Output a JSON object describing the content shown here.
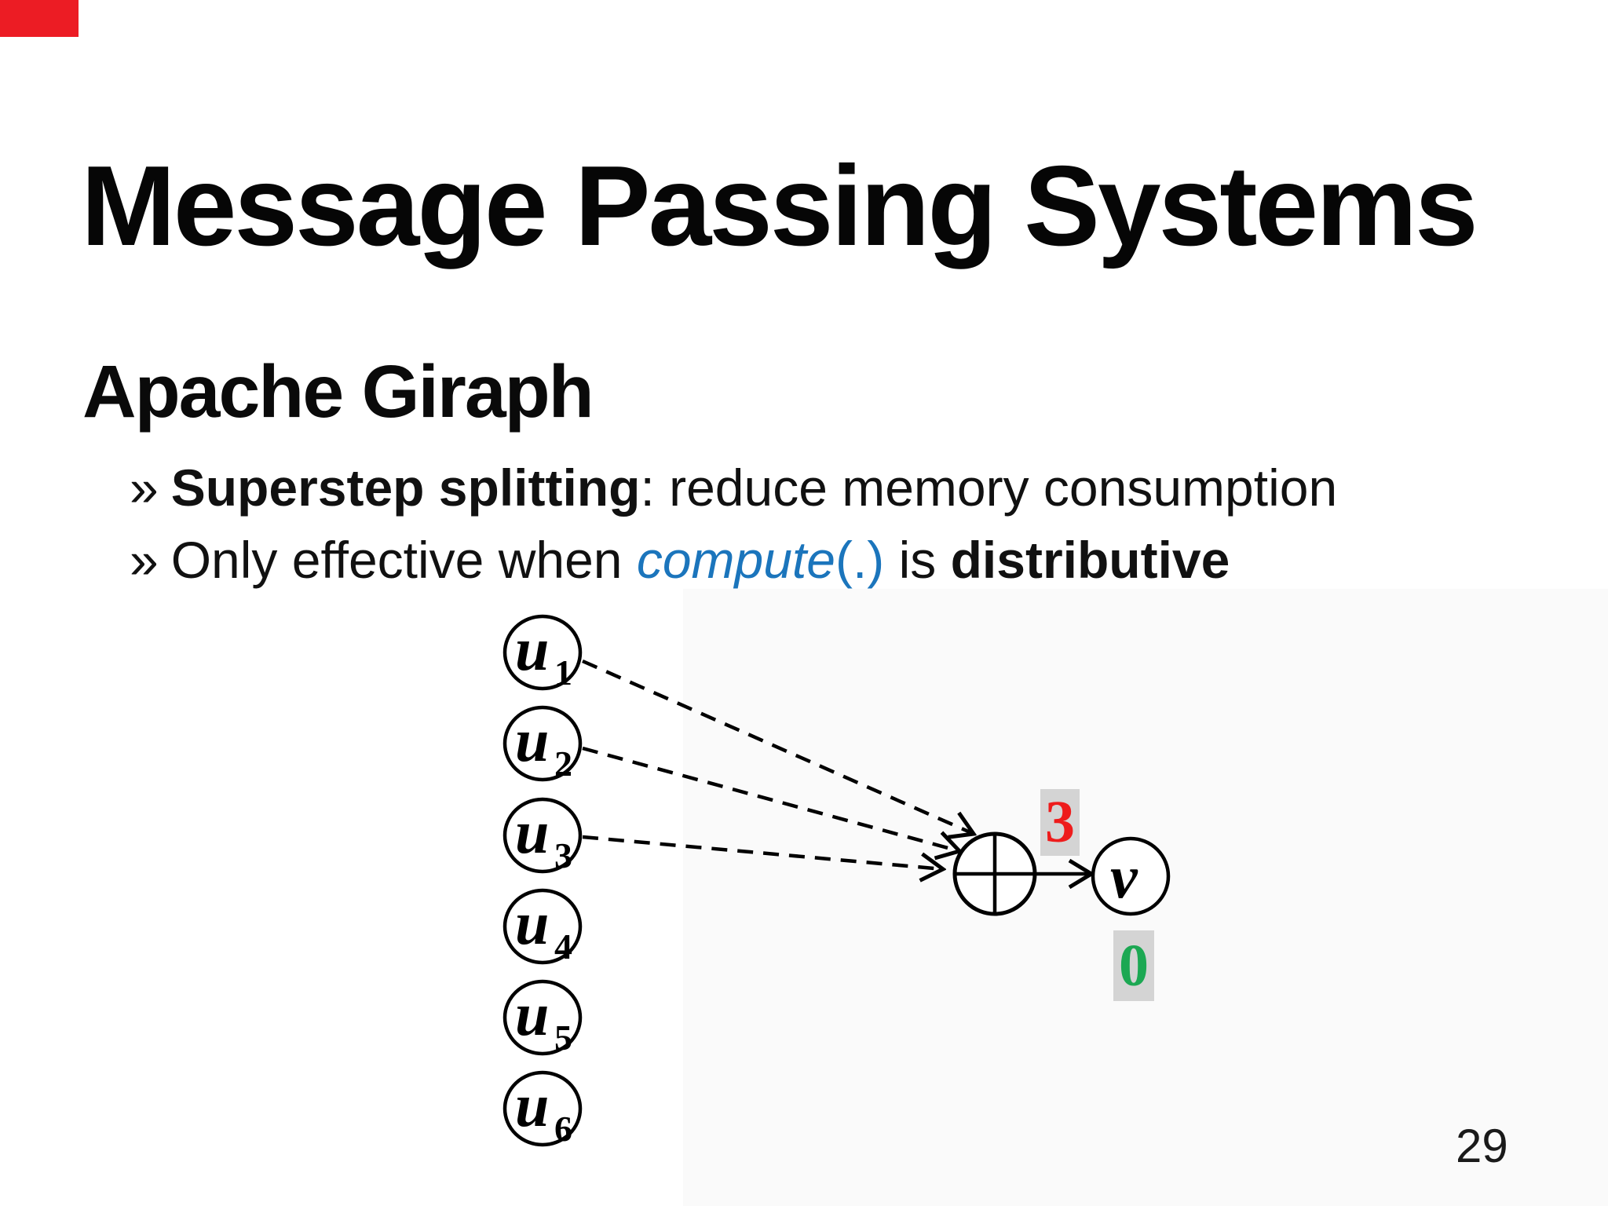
{
  "slide": {
    "title": "Message Passing Systems",
    "heading": "Apache Giraph",
    "bullets": [
      {
        "marker": "»",
        "lead_bold": "Superstep splitting",
        "rest": ": reduce memory consumption"
      },
      {
        "marker": "»",
        "pre": "Only effective when ",
        "compute_italic": "compute",
        "compute_paren": "(.)",
        "mid": " is ",
        "end_bold": "distributive"
      }
    ],
    "page_number": "29"
  },
  "diagram": {
    "u_nodes": [
      {
        "base": "u",
        "sub": "1"
      },
      {
        "base": "u",
        "sub": "2"
      },
      {
        "base": "u",
        "sub": "3"
      },
      {
        "base": "u",
        "sub": "4"
      },
      {
        "base": "u",
        "sub": "5"
      },
      {
        "base": "u",
        "sub": "6"
      }
    ],
    "target_node": {
      "base": "v"
    },
    "aggregator_icon": "plus-circle-icon",
    "sum_label": "3",
    "initial_label": "0"
  },
  "colors": {
    "accent_blue": "#1b75bc",
    "sum_red": "#ee1c1c",
    "initial_green": "#1ca853",
    "label_box_gray": "#d4d4d4",
    "corner_red": "#ec1c24",
    "figure_bg": "#fafafa"
  }
}
